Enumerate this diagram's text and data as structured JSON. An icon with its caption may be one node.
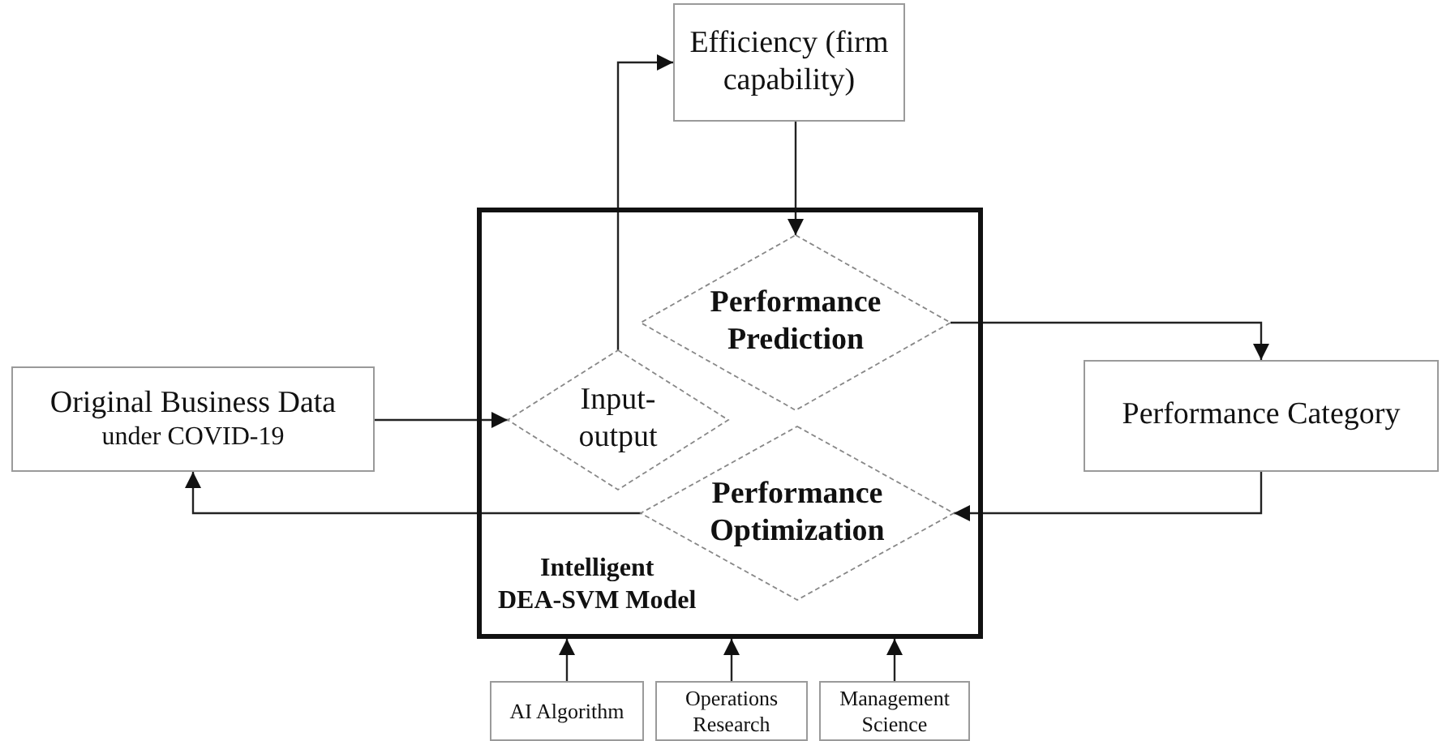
{
  "diagram": {
    "nodes": [
      {
        "text": [
          "Efficiency (firm capability)"
        ]
      },
      {
        "text": [
          "Original Business Data",
          "under COVID-19"
        ]
      },
      {
        "text": [
          "Intelligent DEA-SVM Model"
        ]
      },
      {
        "text": [
          "Input-output"
        ],
        "in": 2
      },
      {
        "text": [
          "Performance Prediction"
        ],
        "in": 2
      },
      {
        "text": [
          "Performance Optimization"
        ],
        "in": 2
      },
      {
        "text": [
          "Performance Category"
        ]
      },
      {
        "text": [
          "AI Algorithm"
        ]
      },
      {
        "text": [
          "Operations Research"
        ]
      },
      {
        "text": [
          "Management Science"
        ]
      }
    ],
    "edges": [
      {
        "from": 1,
        "to": 3,
        "arrow": "to"
      },
      {
        "from": 3,
        "to": 0,
        "arrow": "to"
      },
      {
        "from": 0,
        "to": 4,
        "arrow": "to"
      },
      {
        "from": 4,
        "to": 6,
        "arrow": "to"
      },
      {
        "from": 6,
        "to": 5,
        "arrow": "to"
      },
      {
        "from": 5,
        "to": 1,
        "arrow": "to"
      },
      {
        "from": 7,
        "to": 2,
        "arrow": "to"
      },
      {
        "from": 8,
        "to": 2,
        "arrow": "to"
      },
      {
        "from": 9,
        "to": 2,
        "arrow": "to"
      }
    ]
  }
}
